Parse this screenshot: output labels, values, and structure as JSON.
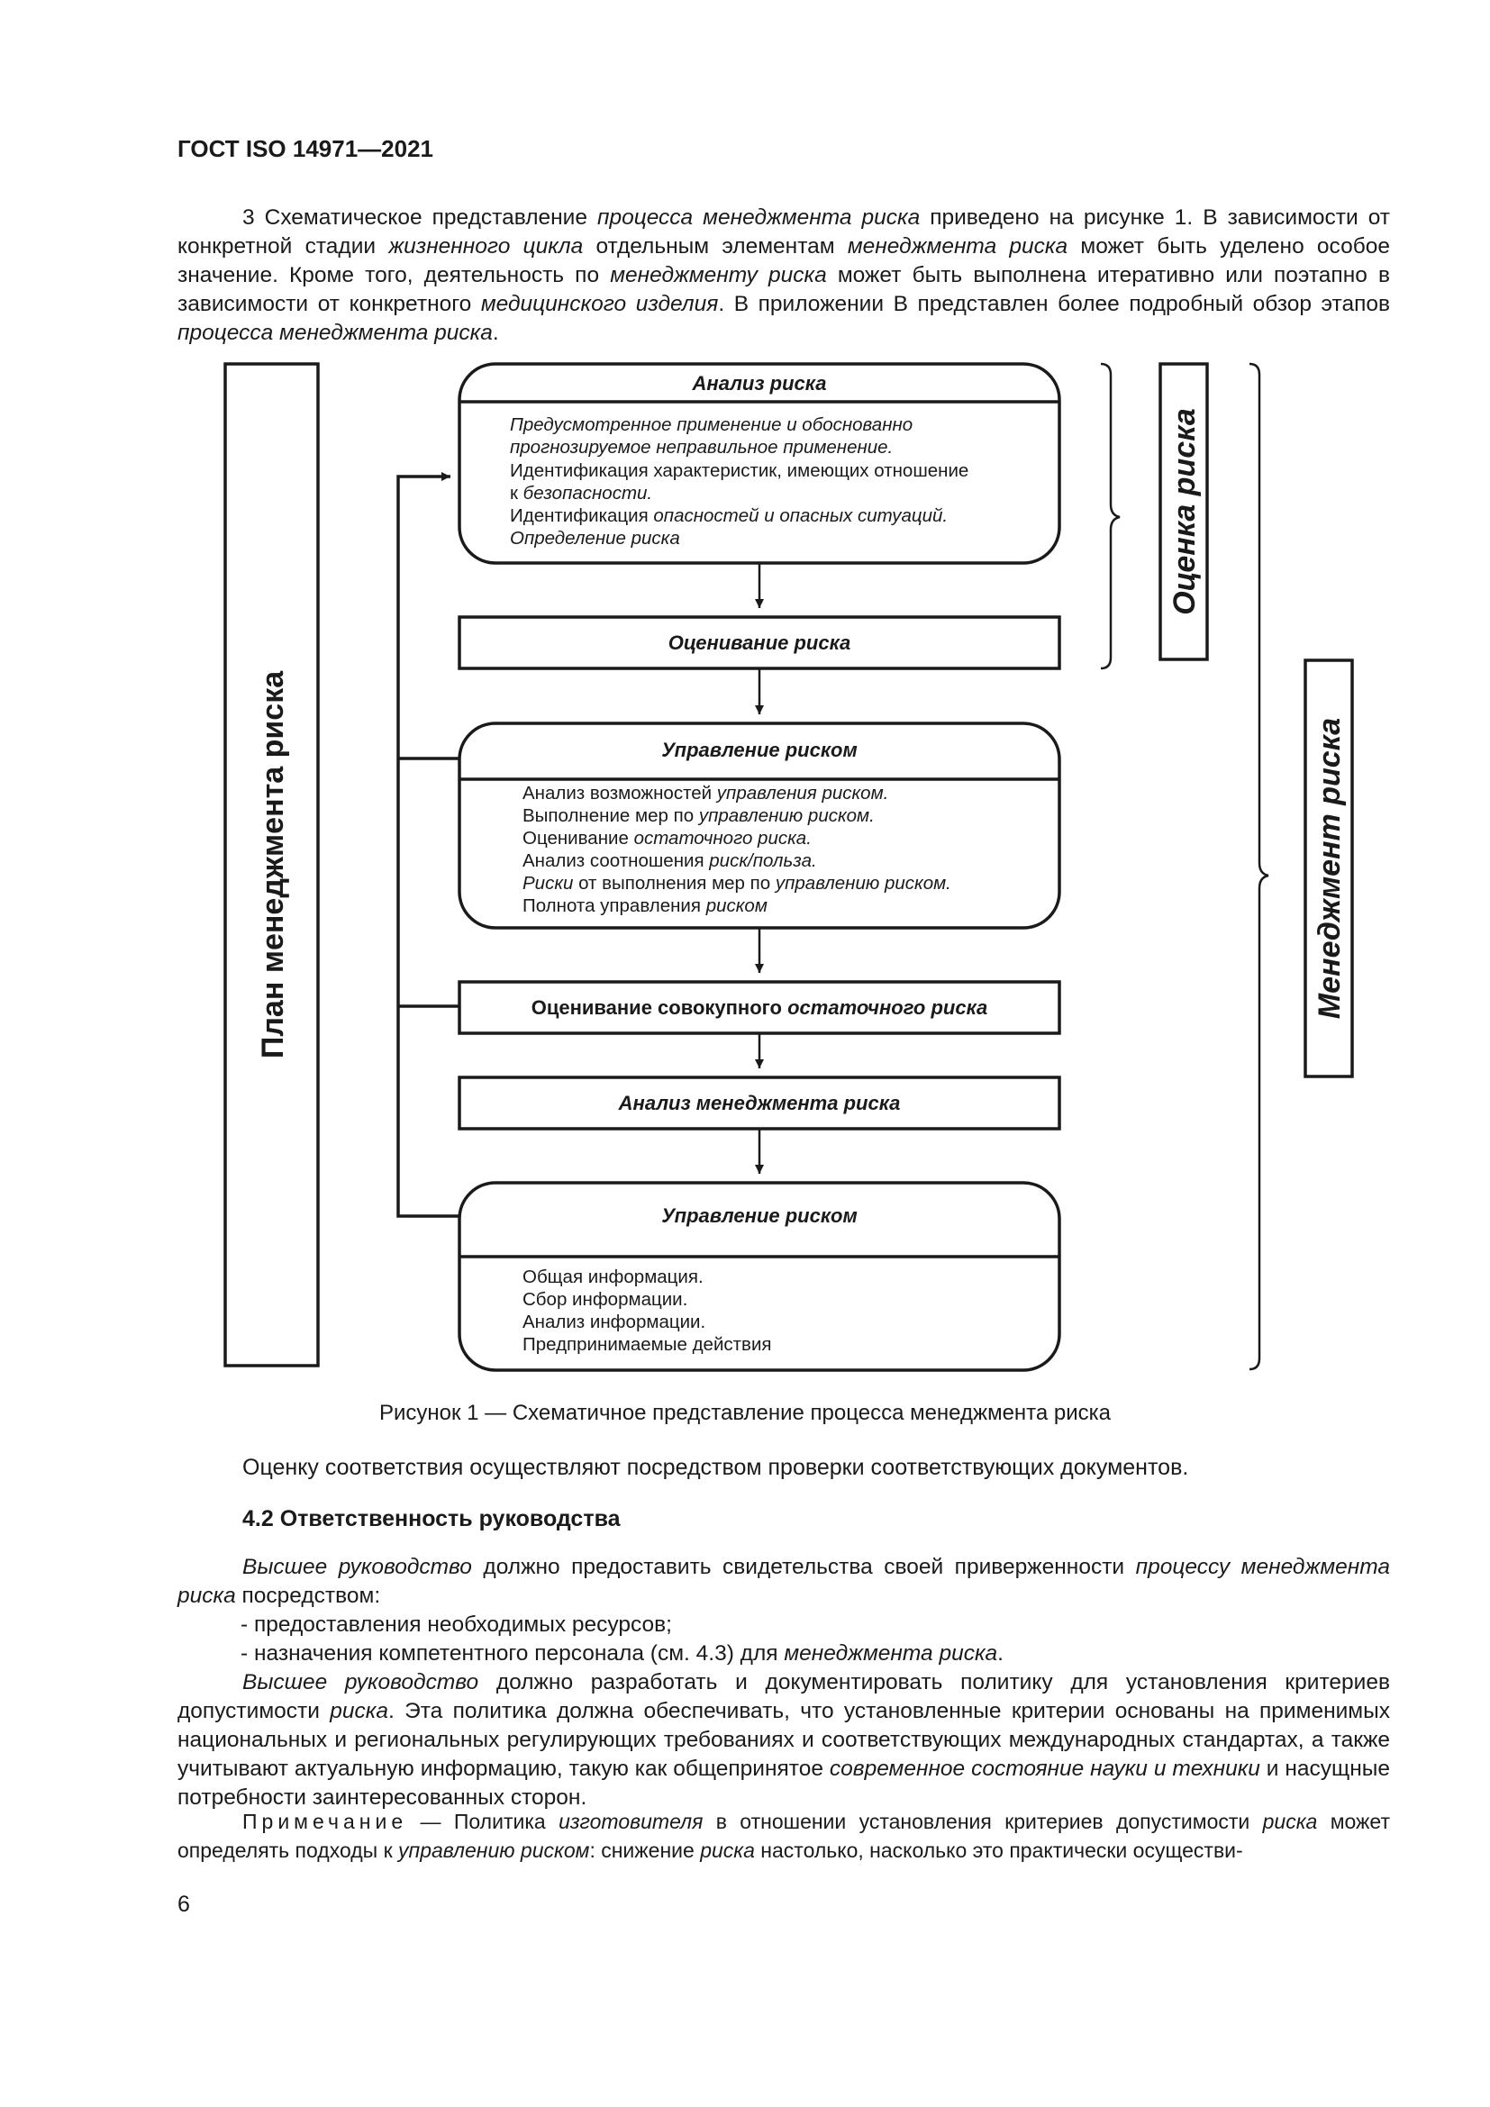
{
  "page": {
    "header": "ГОСТ ISO 14971—2021",
    "page_number": "6"
  },
  "intro": {
    "s1": "3 Схематическое представление ",
    "s2": "процесса менеджмента риска",
    "s3": " приведено на рисунке 1. В зависимости от конкретной стадии ",
    "s4": "жизненного цикла",
    "s5": " отдельным элементам ",
    "s6": "менеджмента риска",
    "s7": " может быть уделено особое значение. Кроме того, деятельность по ",
    "s8": "менеджменту риска",
    "s9": " может быть выполнена итеративно или поэтапно в зависимости от конкретного ",
    "s10": "медицинского изделия",
    "s11": ". В приложении В представлен более подробный обзор этапов ",
    "s12": "процесса менеджмента риска",
    "s13": "."
  },
  "figure": {
    "left_label": "План менеджмента риска",
    "right_top_label": "Оценка риска",
    "right_bottom_label": "Менеджмент риска",
    "box1": {
      "title": "Анализ риска",
      "l1": "Предусмотренное применение и обоснованно",
      "l2": "прогнозируемое неправильное применение.",
      "l3": "Идентификация характеристик, имеющих отношение",
      "l4a": "к ",
      "l4b": "безопасности.",
      "l5a": "Идентификация ",
      "l5b": "опасностей и опасных ситуаций.",
      "l6": "Определение риска"
    },
    "box2": {
      "title": "Оценивание риска"
    },
    "box3": {
      "title": "Управление риском",
      "l1a": "Анализ возможностей ",
      "l1b": "управления риском.",
      "l2a": "Выполнение мер по ",
      "l2b": "управлению риском.",
      "l3a": "Оценивание ",
      "l3b": "остаточного риска.",
      "l4a": "Анализ соотношения ",
      "l4b": "риск/польза.",
      "l5a": "Риски",
      "l5b": " от выполнения мер по ",
      "l5c": "управлению риском.",
      "l6a": "Полнота управления ",
      "l6b": "риском"
    },
    "box4": {
      "title_a": "Оценивание совокупного ",
      "title_b": "остаточного риска"
    },
    "box5": {
      "title": "Анализ менеджмента риска"
    },
    "box6": {
      "title": "Управление риском",
      "l1": "Общая информация.",
      "l2": "Сбор информации.",
      "l3": "Анализ информации.",
      "l4": "Предпринимаемые действия"
    },
    "caption": "Рисунок 1 — Схематичное представление процесса менеджмента риска"
  },
  "after_figure": "Оценку соответствия осуществляют посредством проверки соответствующих документов.",
  "section": {
    "heading": "4.2 Ответственность руководства",
    "p1_a": "Высшее руководство",
    "p1_b": " должно предоставить свидетельства своей приверженности ",
    "p1_c": "процессу менеджмента риска",
    "p1_d": " посредством:",
    "li1": "- предоставления необходимых ресурсов;",
    "li2_a": "- назначения компетентного персонала (см. 4.3) для ",
    "li2_b": "менеджмента риска",
    "li2_c": ".",
    "p2_a": "Высшее руководство",
    "p2_b": " должно разработать и документировать политику для установления критериев допустимости ",
    "p2_c": "риска",
    "p2_d": ". Эта политика должна обеспечивать, что установленные критерии основаны на применимых национальных и региональных регулирующих требованиях и соответствующих международных стандартах, а также учитывают актуальную информацию, такую как общепринятое ",
    "p2_e": "современное состояние науки и техники",
    "p2_f": " и насущные потребности заинтересованных сторон."
  },
  "note": {
    "label": "Примечание",
    "t1": " — Политика ",
    "t2": "изготовителя",
    "t3": " в отношении установления критериев допустимости ",
    "t4": "риска",
    "t5": " может определять подходы к ",
    "t6": "управлению риском",
    "t7": ": снижение ",
    "t8": "риска",
    "t9": " настолько, насколько это практически осуществи-"
  }
}
